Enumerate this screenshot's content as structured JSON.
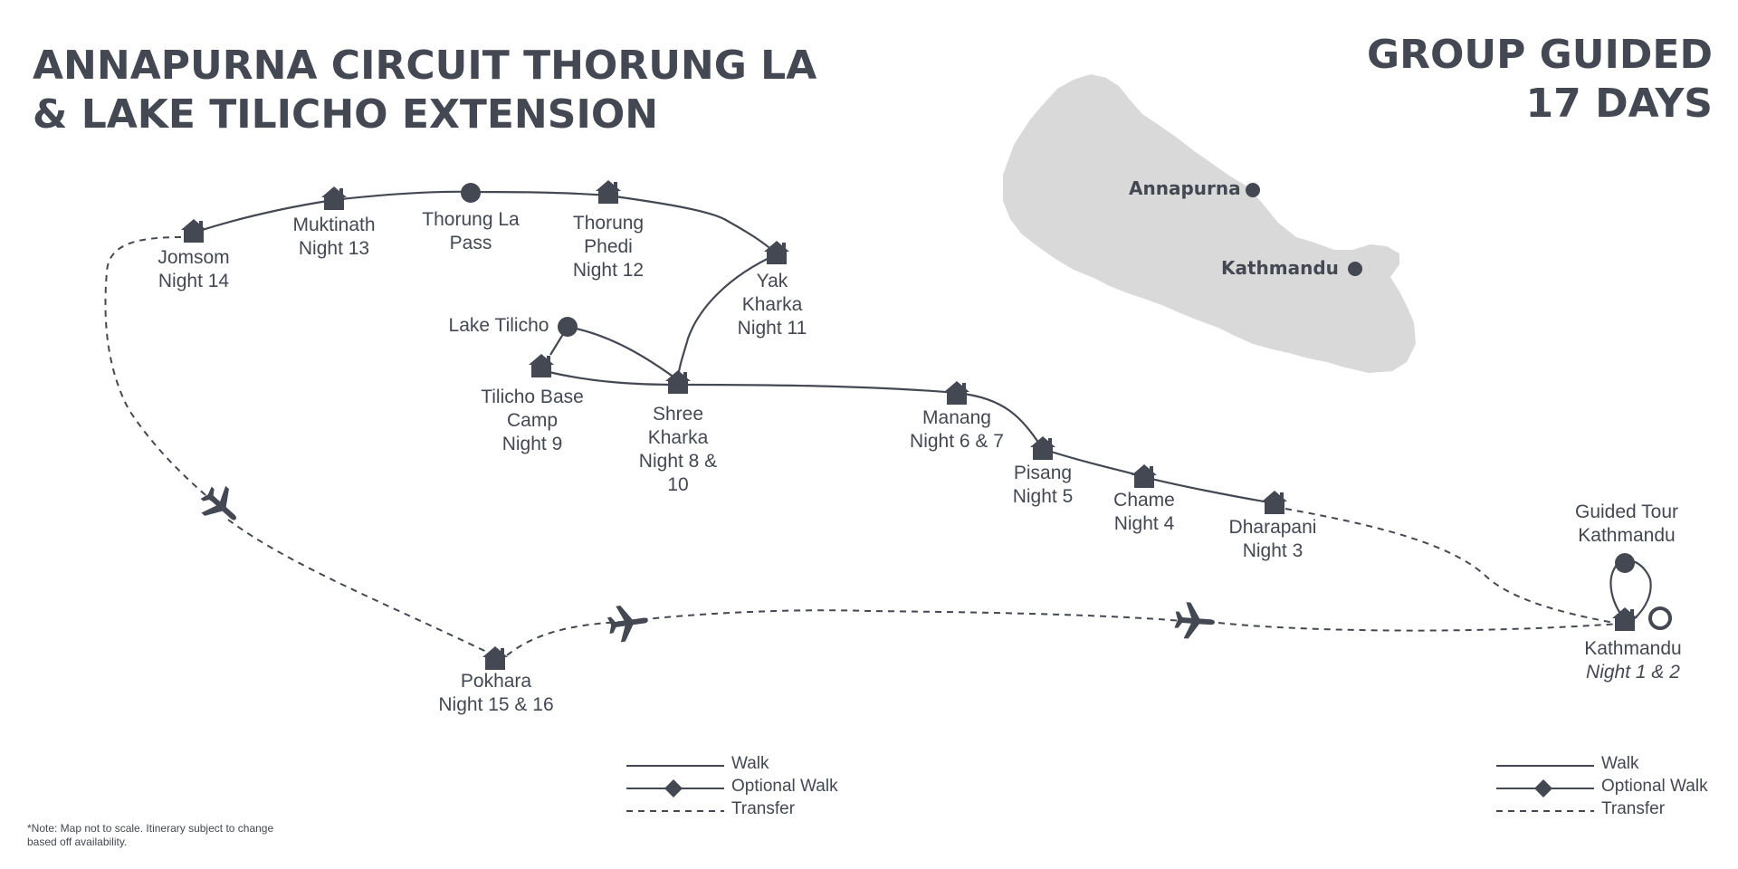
{
  "title": {
    "line1": "ANNAPURNA CIRCUIT THORUNG LA",
    "line2": "& LAKE TILICHO EXTENSION"
  },
  "subtitle": {
    "line1": "GROUP GUIDED",
    "line2": "17 DAYS"
  },
  "nepal_inset": {
    "labels": [
      "Annapurna",
      "Kathmandu"
    ],
    "fill_color": "#d9d9d9",
    "marker_color": "#444852"
  },
  "stops": {
    "jomsom": {
      "name": "Jomsom",
      "night": "Night 14"
    },
    "muktinath": {
      "name": "Muktinath",
      "night": "Night 13"
    },
    "thorung_la": {
      "line1": "Thorung La",
      "line2": "Pass"
    },
    "thorung_phedi": {
      "line1": "Thorung",
      "line2": "Phedi",
      "night": "Night 12"
    },
    "yak_kharka": {
      "line1": "Yak",
      "line2": "Kharka",
      "night": "Night 11"
    },
    "lake_tilicho": {
      "name": "Lake Tilicho"
    },
    "tilicho_base": {
      "line1": "Tilicho Base",
      "line2": "Camp",
      "night": "Night 9"
    },
    "shree_kharka": {
      "line1": "Shree",
      "line2": "Kharka",
      "line3": "Night 8  &",
      "line4": "10"
    },
    "manang": {
      "name": "Manang",
      "night": "Night 6 & 7"
    },
    "pisang": {
      "name": "Pisang",
      "night": "Night 5"
    },
    "chame": {
      "name": "Chame",
      "night": "Night 4"
    },
    "dharapani": {
      "name": "Dharapani",
      "night": "Night 3"
    },
    "guided_tour": {
      "line1": "Guided Tour",
      "line2": "Kathmandu"
    },
    "kathmandu": {
      "name": "Kathmandu",
      "night": "Night 1 & 2"
    },
    "pokhara": {
      "name": "Pokhara",
      "night": "Night 15 & 16"
    }
  },
  "legend": {
    "walk": "Walk",
    "optional_walk": "Optional Walk",
    "transfer": "Transfer"
  },
  "note": "*Note: Map not to scale. Itinerary subject to change based off availability.",
  "colors": {
    "ink": "#444852",
    "inset_fill": "#d9d9d9"
  },
  "icons": [
    "house-icon",
    "dot-marker",
    "ring-marker",
    "plane-icon",
    "diamond-icon"
  ]
}
